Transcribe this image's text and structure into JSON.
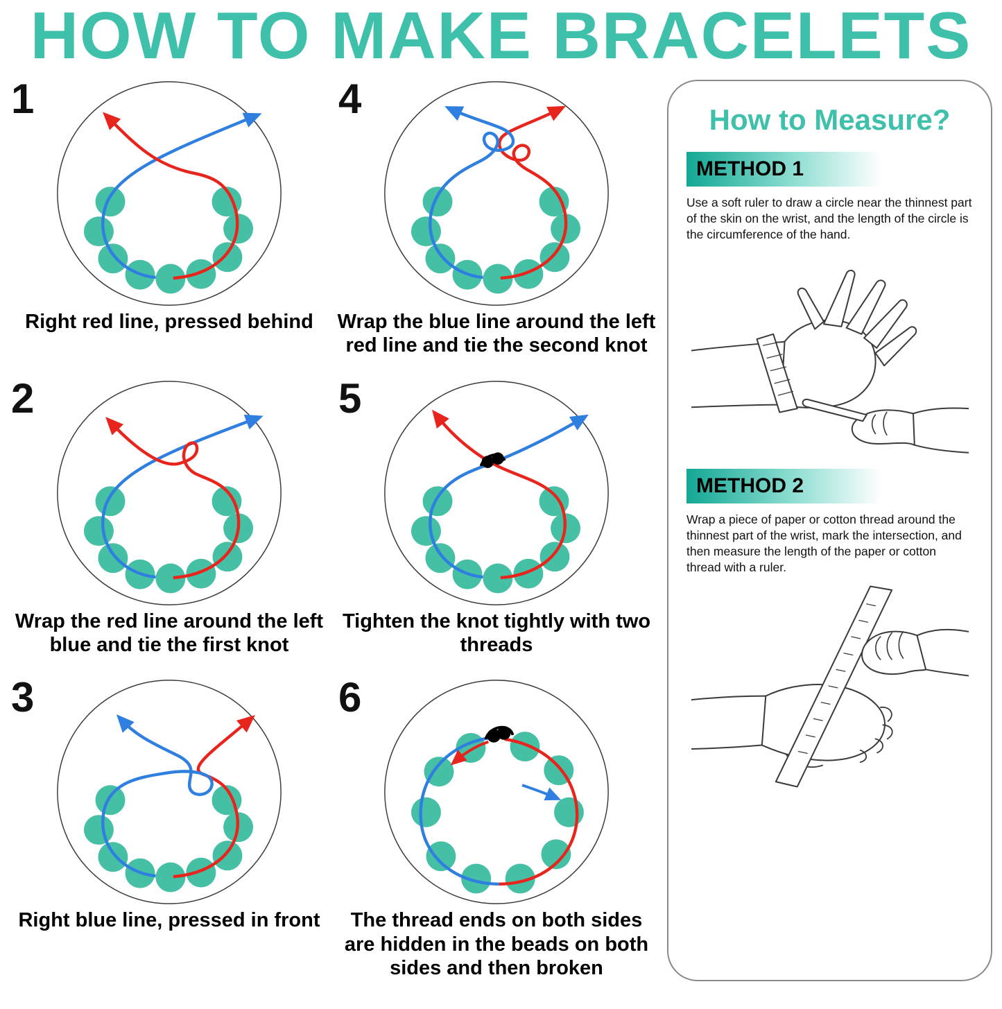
{
  "title": "HOW TO MAKE BRACELETS",
  "steps": [
    {
      "number": "1",
      "caption": "Right red line, pressed behind"
    },
    {
      "number": "2",
      "caption": "Wrap the red line around the left blue and tie the first knot"
    },
    {
      "number": "3",
      "caption": "Right blue line, pressed in front"
    },
    {
      "number": "4",
      "caption": "Wrap the blue line around the left red line and tie the second knot"
    },
    {
      "number": "5",
      "caption": "Tighten the knot tightly with two threads"
    },
    {
      "number": "6",
      "caption": "The thread ends on both sides are hidden in the beads on both sides and then broken"
    }
  ],
  "measure": {
    "title": "How to Measure?",
    "method1": {
      "label": "METHOD 1",
      "text": "Use a soft ruler to draw a circle near the thinnest part of the skin on the wrist, and the length of the circle is the circumference of the hand."
    },
    "method2": {
      "label": "METHOD 2",
      "text": "Wrap a piece of paper or cotton thread around the thinnest part of the wrist, mark the intersection, and then measure the length of the paper or cotton thread with a ruler."
    }
  },
  "colors": {
    "accent_teal": "#3fc0ab",
    "thread_red": "#e8251d",
    "thread_blue": "#2f7fe0",
    "bead_teal": "#45c0a5",
    "knot_black": "#000000"
  }
}
